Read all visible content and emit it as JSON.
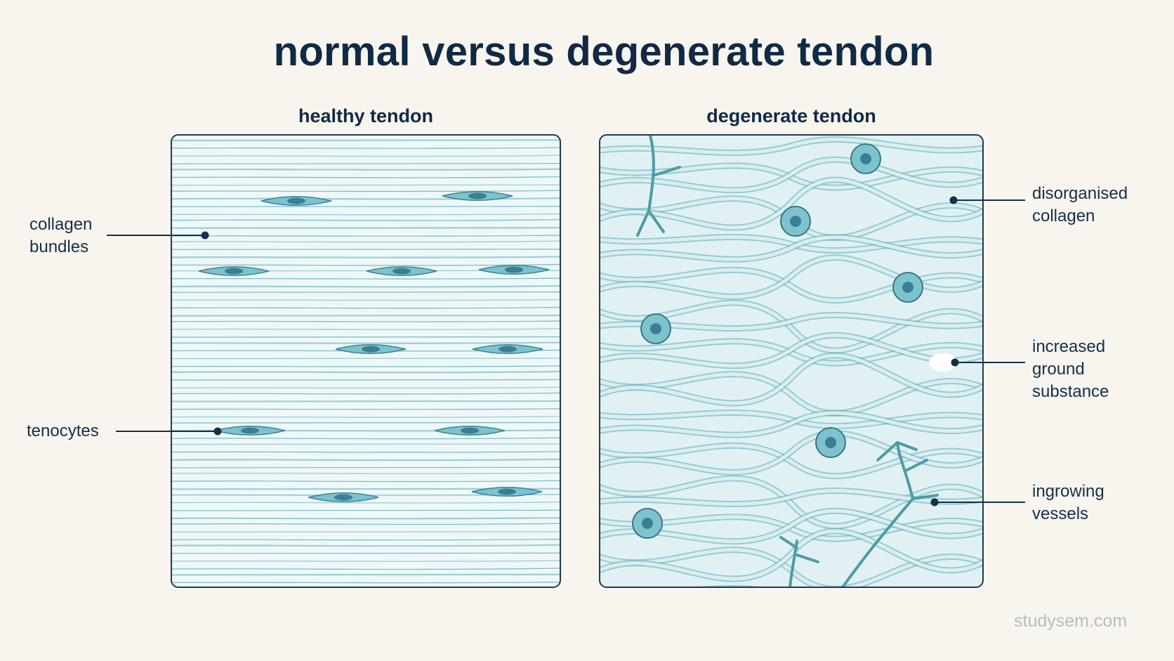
{
  "title": "normal versus degenerate tendon",
  "panels": {
    "healthy": {
      "title": "healthy tendon"
    },
    "degenerate": {
      "title": "degenerate tendon"
    }
  },
  "labels": {
    "collagen_bundles": [
      "collagen",
      "bundles"
    ],
    "tenocytes": [
      "tenocytes"
    ],
    "disorganised_collagen": [
      "disorganised",
      "collagen"
    ],
    "increased_ground_substance": [
      "increased",
      "ground",
      "substance"
    ],
    "ingrowing_vessels": [
      "ingrowing",
      "vessels"
    ]
  },
  "brand": "studysem.com",
  "colors": {
    "background": "#f8f5ef",
    "ink": "#102a45",
    "fiber": "#5fa9b4",
    "panel_fill": "#e3f2f4",
    "cell": "#7dc3cd",
    "nucleus": "#3a7f94",
    "vessel": "#4f9aa8"
  }
}
